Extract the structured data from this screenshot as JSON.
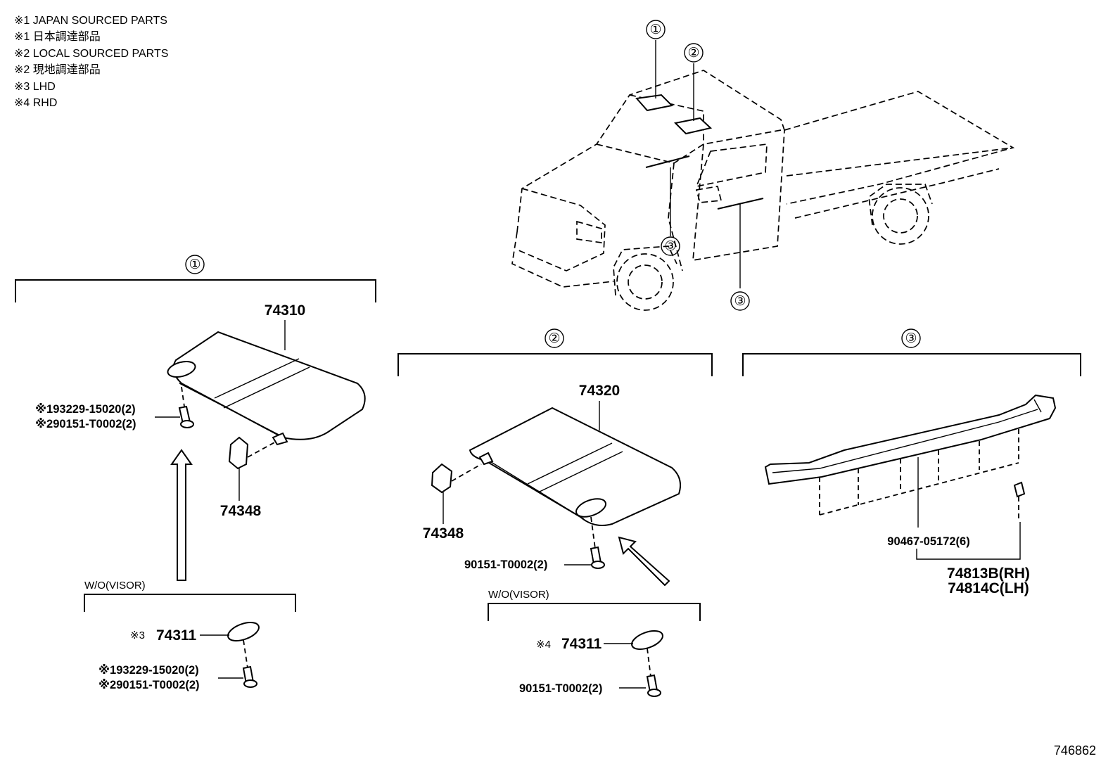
{
  "legend": [
    "※1 JAPAN SOURCED PARTS",
    "※1 日本調達部品",
    "※2 LOCAL SOURCED PARTS",
    "※2 現地調達部品",
    "※3 LHD",
    "※4 RHD"
  ],
  "callouts": {
    "one": "①",
    "two": "②",
    "three": "③"
  },
  "group1": {
    "visor_part": "74310",
    "screw_a": "※193229-15020(2)",
    "screw_b": "※290151-T0002(2)",
    "holder_part": "74348",
    "wo_label": "W/O(VISOR)",
    "cover_prefix": "※3",
    "cover_part": "74311",
    "cover_screw_a": "※193229-15020(2)",
    "cover_screw_b": "※290151-T0002(2)"
  },
  "group2": {
    "visor_part": "74320",
    "holder_part": "74348",
    "screw": "90151-T0002(2)",
    "wo_label": "W/O(VISOR)",
    "cover_prefix": "※4",
    "cover_part": "74311",
    "cover_screw": "90151-T0002(2)"
  },
  "group3": {
    "clip_part": "90467-05172(6)",
    "rh_part": "74813B(RH)",
    "lh_part": "74814C(LH)"
  },
  "figure_number": "746862"
}
